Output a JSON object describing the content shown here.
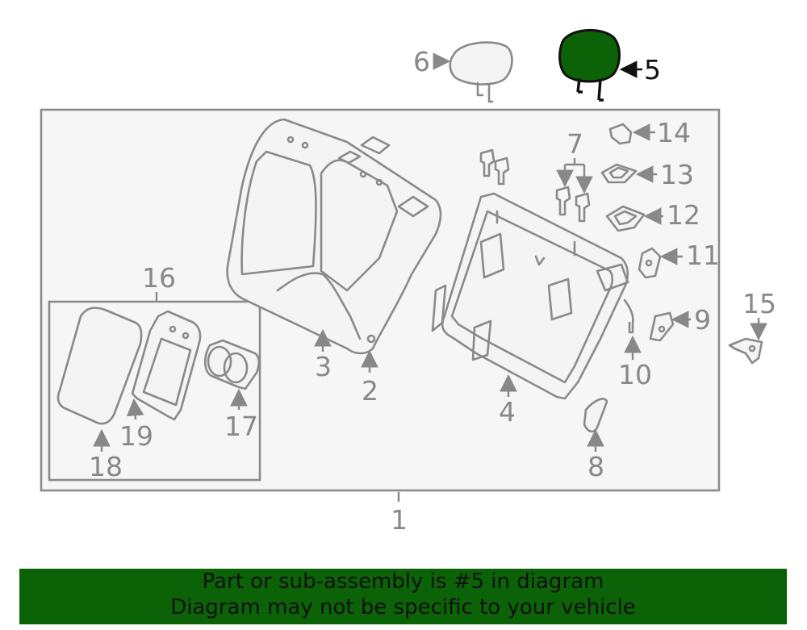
{
  "labels": {
    "l1": "1",
    "l2": "2",
    "l3": "3",
    "l4": "4",
    "l5": "5",
    "l6": "6",
    "l7": "7",
    "l8": "8",
    "l9": "9",
    "l10": "10",
    "l11": "11",
    "l12": "12",
    "l13": "13",
    "l14": "14",
    "l15": "15",
    "l16": "16",
    "l17": "17",
    "l18": "18",
    "l19": "19"
  },
  "highlight_color": "#0c6207",
  "footer": {
    "line1": "Part or sub-assembly is #5 in diagram",
    "line2": "Diagram may not be specific to your vehicle"
  }
}
